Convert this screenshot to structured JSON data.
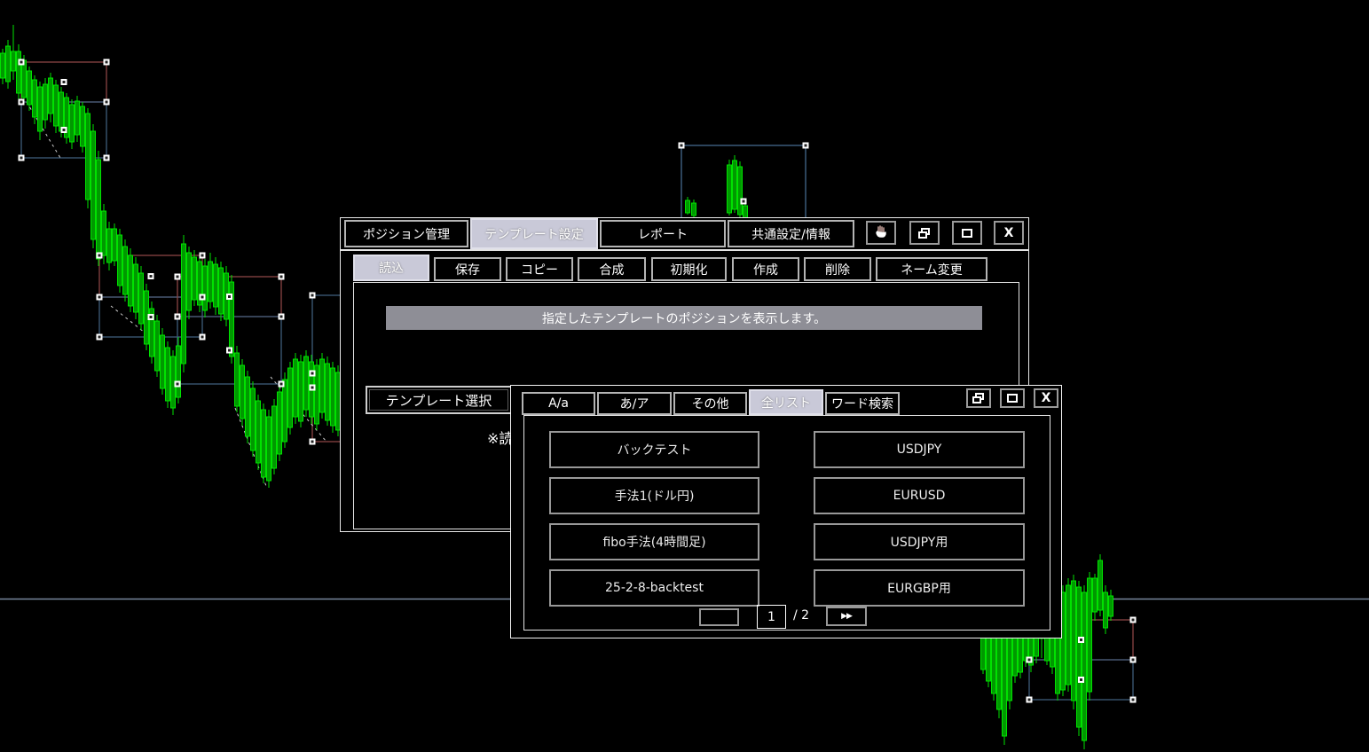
{
  "main_panel": {
    "tabs": [
      {
        "label": "ポジション管理",
        "selected": false
      },
      {
        "label": "テンプレート設定",
        "selected": true
      },
      {
        "label": "レポート",
        "selected": false
      },
      {
        "label": "共通設定/情報",
        "selected": false
      }
    ],
    "window_controls": [
      {
        "name": "hand-tool"
      },
      {
        "name": "restore"
      },
      {
        "name": "maximize"
      },
      {
        "name": "close",
        "glyph": "X"
      }
    ],
    "sub_tabs": [
      {
        "label": "読込",
        "selected": true
      },
      {
        "label": "保存",
        "selected": false
      },
      {
        "label": "コピー",
        "selected": false
      },
      {
        "label": "合成",
        "selected": false
      },
      {
        "label": "初期化",
        "selected": false
      },
      {
        "label": "作成",
        "selected": false
      },
      {
        "label": "削除",
        "selected": false
      },
      {
        "label": "ネーム変更",
        "selected": false
      }
    ],
    "message": "指定したテンプレートのポジションを表示します。",
    "template_select_label": "テンプレート選択",
    "note_partial": "※読"
  },
  "template_dialog": {
    "tabs": [
      {
        "label": "A/a",
        "selected": false
      },
      {
        "label": "あ/ア",
        "selected": false
      },
      {
        "label": "その他",
        "selected": false
      },
      {
        "label": "全リスト",
        "selected": true
      },
      {
        "label": "ワード検索",
        "selected": false
      }
    ],
    "window_controls": [
      {
        "name": "restore"
      },
      {
        "name": "maximize"
      },
      {
        "name": "close",
        "glyph": "X"
      }
    ],
    "template_buttons_left": [
      "バックテスト",
      "手法1(ドル円)",
      "fibo手法(4時間足)",
      "25-2-8-backtest"
    ],
    "template_buttons_right": [
      "USDJPY",
      "EURUSD",
      "USDJPY用",
      "EURGBP用"
    ],
    "pagination": {
      "current_page": "1",
      "separator": "/ 2",
      "next_glyph": "▶▶"
    }
  },
  "chart_data": {
    "type": "candlestick",
    "note": "no axes/labels visible; coordinates are screen-pixel approximations",
    "candle_stroke": "#00e200",
    "candle_fill": "#009900",
    "colors": {
      "red": "#8b4545",
      "blue": "#3e5c7a",
      "blue2": "#44688c"
    },
    "hline": {
      "y": 675.5,
      "color": "#76869c"
    },
    "series": [
      {
        "name": "left-downtrend",
        "candles": [
          [
            3,
            55,
            95,
            60,
            88
          ],
          [
            9,
            45,
            100,
            52,
            92
          ],
          [
            15,
            28,
            90,
            58,
            80
          ],
          [
            21,
            50,
            112,
            58,
            105
          ],
          [
            27,
            62,
            118,
            68,
            110
          ],
          [
            33,
            75,
            125,
            80,
            118
          ],
          [
            39,
            85,
            140,
            90,
            132
          ],
          [
            45,
            92,
            158,
            98,
            148
          ],
          [
            51,
            88,
            145,
            95,
            135
          ],
          [
            57,
            82,
            138,
            88,
            128
          ],
          [
            63,
            90,
            150,
            96,
            142
          ],
          [
            69,
            98,
            155,
            104,
            148
          ],
          [
            75,
            105,
            162,
            110,
            155
          ],
          [
            81,
            112,
            168,
            118,
            160
          ],
          [
            87,
            108,
            160,
            114,
            152
          ],
          [
            93,
            115,
            172,
            120,
            165
          ],
          [
            99,
            122,
            235,
            128,
            225
          ],
          [
            105,
            140,
            280,
            148,
            270
          ],
          [
            111,
            170,
            300,
            180,
            292
          ],
          [
            117,
            230,
            298,
            238,
            288
          ],
          [
            123,
            250,
            305,
            258,
            296
          ],
          [
            129,
            252,
            300,
            258,
            294
          ],
          [
            135,
            258,
            330,
            265,
            322
          ],
          [
            141,
            270,
            340,
            278,
            332
          ],
          [
            147,
            280,
            352,
            288,
            345
          ],
          [
            153,
            290,
            360,
            298,
            352
          ],
          [
            159,
            300,
            372,
            308,
            365
          ],
          [
            165,
            320,
            395,
            328,
            388
          ],
          [
            171,
            340,
            410,
            348,
            402
          ],
          [
            177,
            355,
            425,
            362,
            418
          ],
          [
            183,
            370,
            445,
            378,
            438
          ],
          [
            189,
            385,
            460,
            392,
            452
          ],
          [
            195,
            395,
            468,
            402,
            460
          ],
          [
            201,
            380,
            455,
            390,
            448
          ],
          [
            207,
            265,
            420,
            275,
            410
          ],
          [
            213,
            278,
            360,
            285,
            350
          ],
          [
            219,
            282,
            345,
            290,
            338
          ],
          [
            225,
            288,
            352,
            295,
            344
          ],
          [
            231,
            292,
            358,
            300,
            350
          ],
          [
            237,
            285,
            348,
            295,
            340
          ],
          [
            243,
            290,
            355,
            298,
            346
          ],
          [
            249,
            295,
            362,
            302,
            354
          ],
          [
            255,
            300,
            368,
            308,
            360
          ],
          [
            261,
            310,
            410,
            318,
            402
          ],
          [
            267,
            390,
            465,
            398,
            458
          ],
          [
            273,
            405,
            480,
            412,
            472
          ],
          [
            279,
            418,
            500,
            425,
            492
          ],
          [
            285,
            430,
            515,
            438,
            508
          ],
          [
            291,
            445,
            530,
            452,
            522
          ],
          [
            297,
            455,
            545,
            462,
            538
          ],
          [
            303,
            462,
            550,
            470,
            542
          ],
          [
            309,
            450,
            535,
            458,
            528
          ],
          [
            315,
            435,
            520,
            442,
            512
          ],
          [
            321,
            420,
            505,
            428,
            498
          ],
          [
            327,
            408,
            490,
            415,
            482
          ],
          [
            333,
            398,
            478,
            405,
            470
          ],
          [
            339,
            400,
            482,
            408,
            475
          ],
          [
            345,
            395,
            470,
            402,
            462
          ],
          [
            351,
            400,
            478,
            408,
            470
          ],
          [
            357,
            405,
            485,
            412,
            478
          ],
          [
            363,
            398,
            472,
            405,
            465
          ],
          [
            369,
            402,
            480,
            410,
            474
          ],
          [
            375,
            408,
            488,
            415,
            480
          ],
          [
            381,
            412,
            492,
            420,
            485
          ]
        ]
      },
      {
        "name": "middle-cluster",
        "candles": [
          [
            775,
            222,
            242,
            226,
            240
          ],
          [
            782,
            225,
            245,
            229,
            243
          ],
          [
            822,
            180,
            243,
            186,
            240
          ],
          [
            828,
            175,
            240,
            181,
            236
          ],
          [
            834,
            182,
            246,
            188,
            242
          ],
          [
            840,
            228,
            262,
            232,
            258
          ]
        ]
      },
      {
        "name": "bottom-right-cluster",
        "candles": [
          [
            1108,
            700,
            760,
            705,
            755
          ],
          [
            1114,
            695,
            775,
            700,
            768
          ],
          [
            1120,
            690,
            790,
            696,
            782
          ],
          [
            1126,
            700,
            810,
            705,
            800
          ],
          [
            1132,
            710,
            840,
            715,
            830
          ],
          [
            1138,
            705,
            800,
            710,
            790
          ],
          [
            1144,
            700,
            770,
            706,
            762
          ],
          [
            1150,
            702,
            765,
            708,
            758
          ],
          [
            1156,
            698,
            752,
            704,
            745
          ],
          [
            1162,
            700,
            758,
            705,
            750
          ],
          [
            1168,
            696,
            748,
            702,
            740
          ],
          [
            1174,
            690,
            742,
            696,
            720
          ],
          [
            1180,
            688,
            750,
            694,
            745
          ],
          [
            1186,
            692,
            760,
            698,
            752
          ],
          [
            1192,
            700,
            790,
            706,
            782
          ],
          [
            1198,
            660,
            785,
            668,
            778
          ],
          [
            1204,
            652,
            780,
            660,
            772
          ],
          [
            1210,
            648,
            800,
            655,
            790
          ],
          [
            1216,
            655,
            830,
            662,
            820
          ],
          [
            1222,
            660,
            845,
            668,
            835
          ],
          [
            1228,
            645,
            790,
            652,
            780
          ],
          [
            1234,
            647,
            700,
            652,
            690
          ],
          [
            1240,
            625,
            695,
            632,
            688
          ],
          [
            1246,
            660,
            715,
            668,
            708
          ],
          [
            1252,
            665,
            700,
            672,
            695
          ]
        ]
      }
    ],
    "rects": [
      [
        24,
        70,
        120,
        115,
        "red"
      ],
      [
        24,
        115,
        120,
        178,
        "blue"
      ],
      [
        112,
        288,
        228,
        335,
        "red"
      ],
      [
        112,
        335,
        228,
        380,
        "blue"
      ],
      [
        200,
        312,
        317,
        357,
        "red"
      ],
      [
        200,
        357,
        317,
        433,
        "blue"
      ],
      [
        352,
        333,
        470,
        421,
        "blue"
      ],
      [
        352,
        437,
        470,
        498,
        "red"
      ],
      [
        768,
        164,
        908,
        290,
        "blue2"
      ],
      [
        1160,
        699,
        1277,
        744,
        "red"
      ],
      [
        1160,
        744,
        1277,
        789,
        "blue"
      ]
    ],
    "dashed_lines": [
      [
        30,
        115,
        68,
        178
      ],
      [
        125,
        345,
        172,
        382
      ],
      [
        265,
        460,
        300,
        548
      ],
      [
        305,
        425,
        368,
        498
      ]
    ]
  }
}
